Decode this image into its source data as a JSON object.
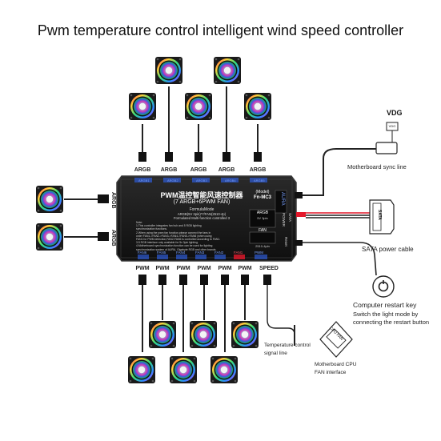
{
  "title": "Pwm temperature control intelligent wind speed controller",
  "controller": {
    "name_cn": "PWM温控智能风速控制器",
    "name_sub": "(7 ARGB+6PWM FAN)",
    "formula_mode": "FormulaMode",
    "argb_line": "ARGB(5V 3pin)*7/FAN(2510-4p)",
    "formula_line": "Formulated Multi-function controlled 3",
    "model": "(Model)",
    "model_code": "Fn-MC3",
    "aura": "AURA",
    "argb_port_label": "ARGB",
    "argb_port_sub": "5V 3pin",
    "fan_port_label": "FAN",
    "fan_port_sub": "2510-4pin",
    "power_label": "POWER",
    "sata_label": "SATA",
    "reset_label": "Reset",
    "top_ports": [
      "ARGB1",
      "ARGB2",
      "ARGB3",
      "ARGB4",
      "ARGB5"
    ],
    "bottom_ports": [
      "FAN6",
      "FAN5",
      "FAN4",
      "FAN3",
      "FAN2",
      "FAN1",
      "PWM"
    ],
    "notes": [
      "Note:",
      "1.This controller integrates fan hub and 5 RGB lighting",
      "synchronization functions.",
      "2.When using the pwm fan function,please connect the fans in",
      "order FAN1->FAN2->FAN3->FAN4->FAN5->FAN6 (when using",
      "FAN1 for PWM detection,FAN2-FAN6 is controlled according to FAN1.",
      "3.5 RGB interface only available for 5v 3pin lighting.",
      "4.Motherboard synchronization function can be used for lighting",
      "synchronization system of AURA, Gigabyte RGB and other brands."
    ]
  },
  "top_labels": [
    "ARGB",
    "ARGB",
    "ARGB",
    "ARGB",
    "ARGB"
  ],
  "left_labels": [
    "ARGB",
    "ARGB"
  ],
  "bottom_labels": [
    "PWM",
    "PWM",
    "PWM",
    "PWM",
    "PWM",
    "PWM",
    "SPEED"
  ],
  "vdg": {
    "title": "VDG",
    "plug": "VDG",
    "caption": "Motherboard sync line"
  },
  "sata": {
    "plug": "SATA",
    "caption": "SATA power cable"
  },
  "restart": {
    "line1": "Computer restart key",
    "line2": "Switch the light mode by",
    "line3": "connecting the restart button"
  },
  "temp_sensor": {
    "line1": "Temperature control",
    "line2": "signal line"
  },
  "cpu_fan": {
    "plug": "CPU FAN",
    "line1": "Motherboard CPU",
    "line2": "FAN interface"
  },
  "colors": {
    "controller_body": "#1b1b1b",
    "controller_edge": "#3a3a3a",
    "accent_blue": "#2e5bd6",
    "power_red": "#e4182b",
    "cable": "#222222"
  }
}
